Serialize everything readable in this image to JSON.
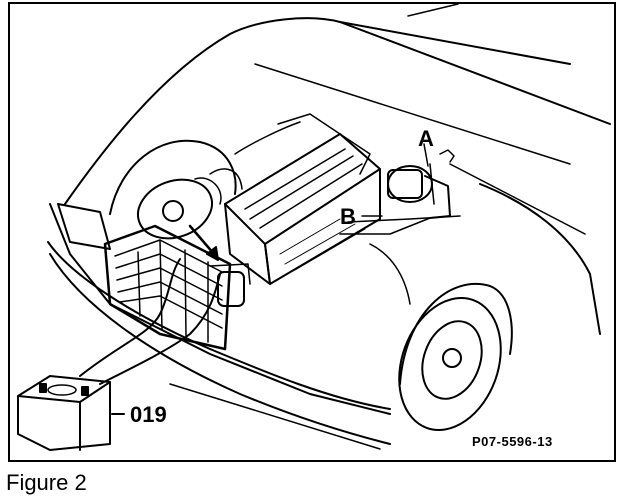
{
  "labels": {
    "a": "A",
    "b": "B",
    "part": "019"
  },
  "reference_code": "P07-5596-13",
  "caption": "Figure 2"
}
